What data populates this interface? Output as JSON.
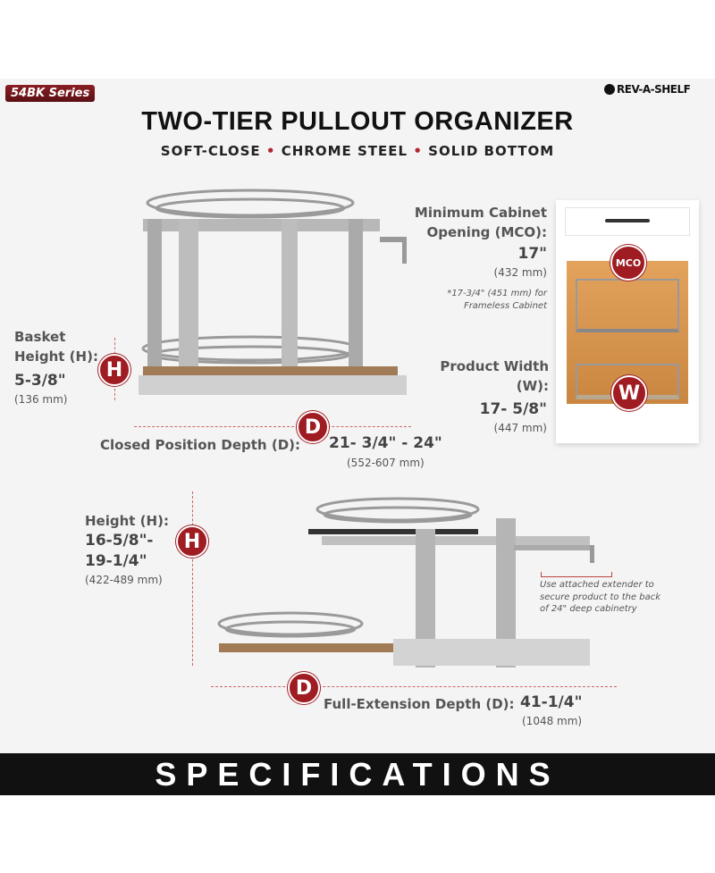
{
  "series_badge": "54BK Series",
  "brand_logo": "REV-A-SHELF",
  "title": "TWO-TIER PULLOUT ORGANIZER",
  "features": [
    "SOFT-CLOSE",
    "CHROME STEEL",
    "SOLID BOTTOM"
  ],
  "feature_separator": "•",
  "basket_height": {
    "label1": "Basket",
    "label2": "Height (H):",
    "value": "5-3/8\"",
    "mm": "(136 mm)",
    "marker": "H"
  },
  "closed_depth": {
    "label": "Closed Position Depth (D):",
    "value": "21- 3/4\" - 24\"",
    "mm": "(552-607 mm)",
    "marker": "D"
  },
  "mco": {
    "label1": "Minimum Cabinet",
    "label2": "Opening (MCO):",
    "value": "17\"",
    "mm": "(432 mm)",
    "note1": "*17-3/4\" (451 mm) for",
    "note2": "Frameless Cabinet",
    "marker": "MCO"
  },
  "width": {
    "label1": "Product Width",
    "label2": "(W):",
    "value": "17- 5/8\"",
    "mm": "(447 mm)",
    "marker": "W"
  },
  "height": {
    "label": "Height (H):",
    "value1": "16-5/8\"-",
    "value2": "19-1/4\"",
    "mm": "(422-489 mm)",
    "marker": "H"
  },
  "extender_note": [
    "Use attached extender to",
    "secure product to the back",
    "of 24\" deep cabinetry"
  ],
  "full_depth": {
    "label": "Full-Extension Depth (D):",
    "value": "41-1/4\"",
    "mm": "(1048 mm)",
    "marker": "D"
  },
  "footer": "SPECIFICATIONS",
  "colors": {
    "accent": "#9e1c22",
    "band": "#111111",
    "panel": "#f4f4f4"
  }
}
